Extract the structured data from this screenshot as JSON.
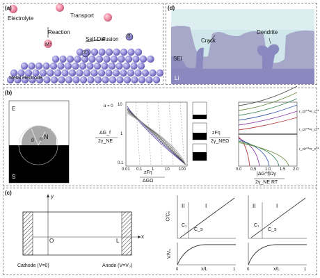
{
  "panel_a": {
    "label": "(a)",
    "electrolyte": "Electrolyte",
    "transport": "Transport",
    "reaction": "Reaction",
    "m_plus": "M⁺",
    "self_diffusion": "Self-Diffusion",
    "site_b": "B",
    "site_a": "A",
    "metal_electrode": "Metal electrode"
  },
  "panel_d": {
    "label": "(d)",
    "crack": "Crack",
    "dendrite": "Dendrite",
    "sei": "SEI",
    "li": "Li"
  },
  "panel_b": {
    "label": "(b)",
    "region_e": "E",
    "region_n": "N",
    "region_s": "S",
    "theta": "θ",
    "alpha": "α",
    "eq1_num": "ΔG_f",
    "eq1_den": "2γ_NE",
    "eq2_num": "zFη",
    "eq2_den": "ΔGΩ",
    "eq3_num": "zFη",
    "eq3_den": "2γ_NEΩ",
    "eq4_num": "|ΔG^f|Ωγ",
    "eq4_den": "2γ_NE RT",
    "alpha_axis": "α = 0",
    "r1": "r_c/r^*=r_c^*",
    "r2": "r_c/r^*=r_c^*",
    "r3": "r_c/r^*=r_c^*",
    "x_ticks_mid": [
      "0.01",
      "0.1",
      "1",
      "10",
      "100"
    ],
    "x_ticks_right": [
      "0.0",
      "0.5",
      "1.0",
      "1.5",
      "2.0"
    ],
    "y_ticks_mid": [
      "10",
      "1",
      "0.1"
    ]
  },
  "panel_c": {
    "label": "(c)",
    "y_axis": "y",
    "x_axis": "x",
    "origin": "O",
    "l_mark": "L",
    "cathode": "Cathode (V=0)",
    "anode": "Anode (V=V₀)",
    "ylabel_top": "C/C₀",
    "ylabel_bot": "V/V₀",
    "xlabel": "x/L",
    "region_ii": "II",
    "region_i": "I",
    "c1": "C₁",
    "cs": "C_s",
    "ticks_x": [
      "0",
      "1"
    ]
  }
}
